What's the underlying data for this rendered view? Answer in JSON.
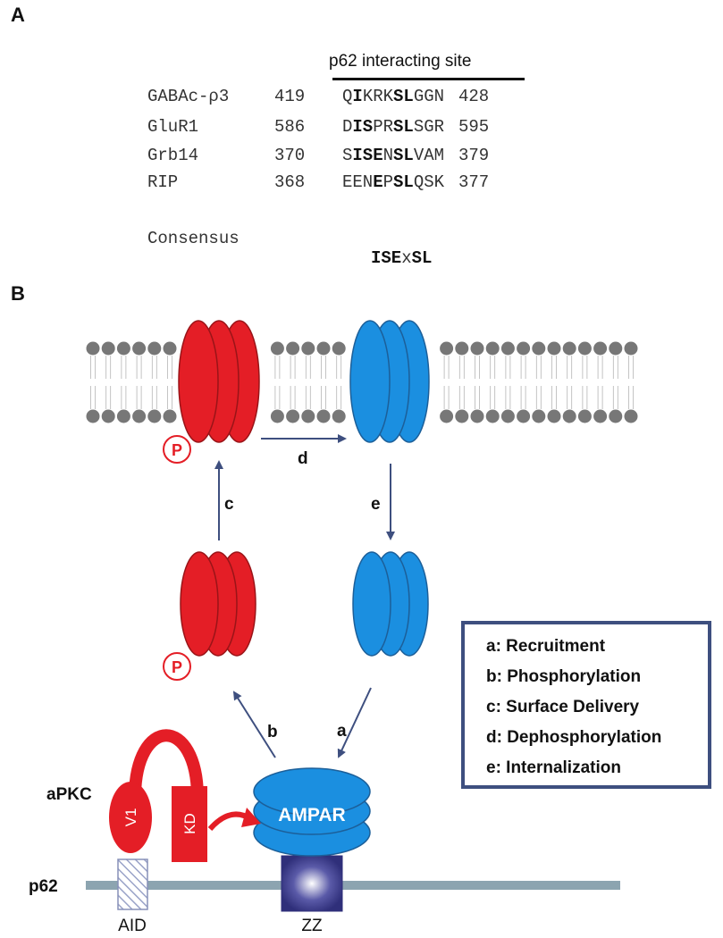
{
  "panels": {
    "a_label": "A",
    "b_label": "B"
  },
  "panel_a": {
    "site_label": "p62 interacting site",
    "sequences": [
      {
        "name": "GABAc-ρ3",
        "start": "419",
        "end": "428",
        "segments": [
          {
            "t": "Q",
            "b": false
          },
          {
            "t": "I",
            "b": true
          },
          {
            "t": "KRK",
            "b": false
          },
          {
            "t": "SL",
            "b": true
          },
          {
            "t": "GGN",
            "b": false
          }
        ]
      },
      {
        "name": "GluR1",
        "start": "586",
        "end": "595",
        "segments": [
          {
            "t": "D",
            "b": false
          },
          {
            "t": "IS",
            "b": true
          },
          {
            "t": "PR",
            "b": false
          },
          {
            "t": "SL",
            "b": true
          },
          {
            "t": "SGR",
            "b": false
          }
        ]
      },
      {
        "name": "Grb14",
        "start": "370",
        "end": "379",
        "segments": [
          {
            "t": "S",
            "b": false
          },
          {
            "t": "ISE",
            "b": true
          },
          {
            "t": "N",
            "b": false
          },
          {
            "t": "SL",
            "b": true
          },
          {
            "t": "VAM",
            "b": false
          }
        ]
      },
      {
        "name": "RIP",
        "start": "368",
        "end": "377",
        "segments": [
          {
            "t": "EEN",
            "b": false
          },
          {
            "t": "E",
            "b": true
          },
          {
            "t": "P",
            "b": false
          },
          {
            "t": "SL",
            "b": true
          },
          {
            "t": "QSK",
            "b": false
          }
        ]
      }
    ],
    "consensus_label": "Consensus",
    "consensus_segments": [
      {
        "t": "ISE",
        "b": true
      },
      {
        "t": "x",
        "b": false
      },
      {
        "t": "SL",
        "b": true
      }
    ]
  },
  "panel_b": {
    "phospho_label": "P",
    "arrow_labels": {
      "a": "a",
      "b": "b",
      "c": "c",
      "d": "d",
      "e": "e"
    },
    "ampar_label": "AMPAR",
    "apkc_label": "aPKC",
    "v1_label": "V1",
    "kd_label": "KD",
    "p62_label": "p62",
    "aid_label": "AID",
    "zz_label": "ZZ",
    "colors": {
      "phospho_red": "#e41e26",
      "ampar_blue": "#1b8fe0",
      "arrow": "#3e4f7f",
      "membrane_grey": "#777777",
      "p62_bar": "#8ca4b0"
    },
    "legend": [
      "a: Recruitment",
      "b: Phosphorylation",
      "c: Surface Delivery",
      "d: Dephosphorylation",
      "e: Internalization"
    ]
  }
}
